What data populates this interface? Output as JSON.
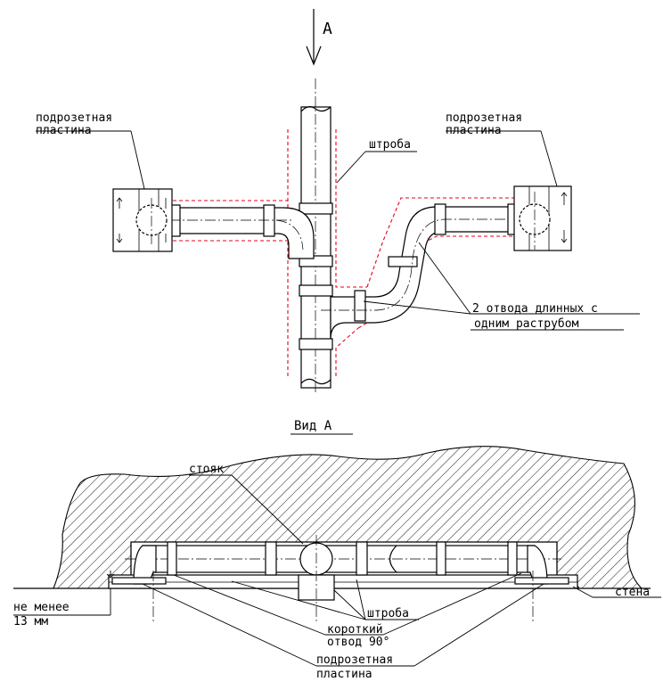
{
  "labels": {
    "view_arrow": "А",
    "plate_left_1": "подрозетная",
    "plate_left_2": "пластина",
    "plate_right_1": "подрозетная",
    "plate_right_2": "пластина",
    "chase_top": "штроба",
    "bends_1": "2 отвода длинных с",
    "bends_2": "одним раструбом",
    "view_title": "Вид А",
    "riser": "стояк",
    "wall": "стена",
    "min_1": "не менее",
    "min_2": "13 мм",
    "chase_bottom": "штроба",
    "short_1": "короткий",
    "short_2": "отвод 90°",
    "plate_bottom_1": "подрозетная",
    "plate_bottom_2": "пластина"
  },
  "colors": {
    "line": "#000000",
    "chase_outline": "#e8001c",
    "background": "#ffffff"
  }
}
